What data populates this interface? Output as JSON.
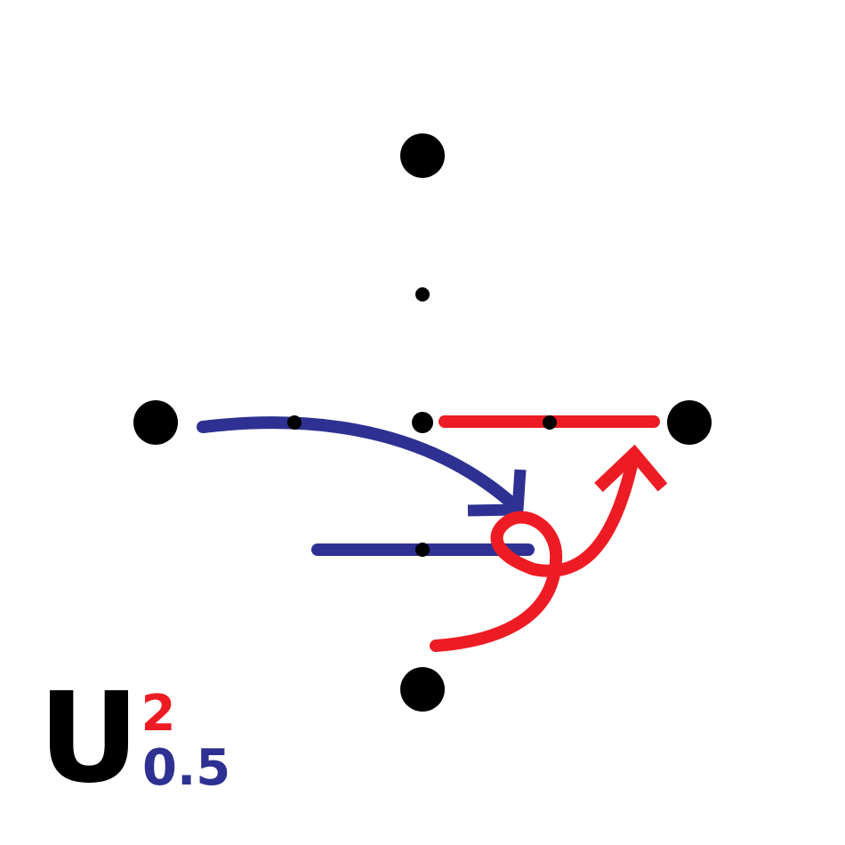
{
  "label": {
    "symbol": "U",
    "superscript": "2",
    "subscript": "0.5"
  },
  "colors": {
    "black": "#000000",
    "red": "#ed1c24",
    "blue": "#2e3192",
    "background": "#ffffff"
  }
}
